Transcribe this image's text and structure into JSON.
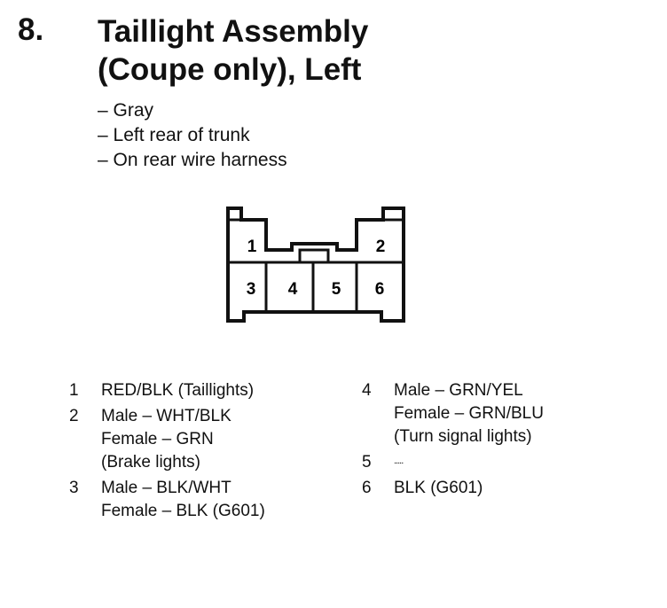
{
  "section": {
    "number": "8.",
    "title_line1": "Taillight Assembly",
    "title_line2": "(Coupe only), Left"
  },
  "details": [
    "– Gray",
    "– Left rear of trunk",
    "– On rear wire harness"
  ],
  "connector": {
    "cavities": [
      "1",
      "2",
      "3",
      "4",
      "5",
      "6"
    ]
  },
  "pins": [
    {
      "num": "1",
      "lines": [
        "RED/BLK (Taillights)"
      ]
    },
    {
      "num": "2",
      "lines": [
        "Male – WHT/BLK",
        "Female – GRN",
        "(Brake lights)"
      ]
    },
    {
      "num": "3",
      "lines": [
        "Male – BLK/WHT",
        "Female – BLK (G601)"
      ]
    },
    {
      "num": "4",
      "lines": [
        "Male – GRN/YEL",
        "Female – GRN/BLU",
        "(Turn signal lights)"
      ]
    },
    {
      "num": "5",
      "lines": [
        "....."
      ]
    },
    {
      "num": "6",
      "lines": [
        "BLK (G601)"
      ]
    }
  ]
}
